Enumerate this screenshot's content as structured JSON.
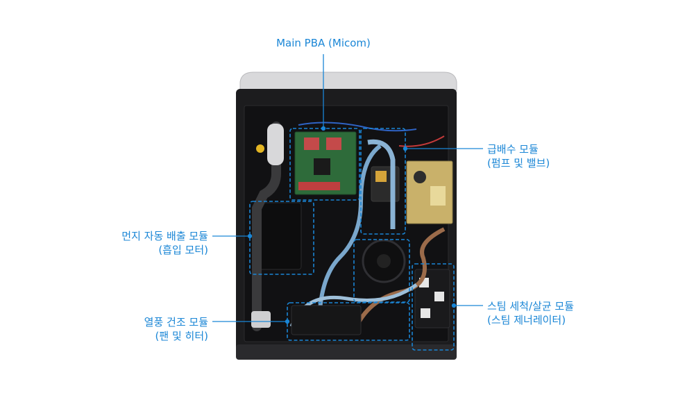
{
  "colors": {
    "accent": "#1a86d6",
    "device_body": "#1c1c1e",
    "device_top": "#d9d9db"
  },
  "labels": {
    "main_pba": {
      "line1": "Main PBA (Micom)"
    },
    "water_module": {
      "line1": "급배수 모듈",
      "line2": "(펌프 및 밸브)"
    },
    "dust_module": {
      "line1": "먼지 자동 배출 모듈",
      "line2": "(흡입 모터)"
    },
    "steam_module": {
      "line1": "스팀 세척/살균 모듈",
      "line2": "(스팀 제너레이터)"
    },
    "dry_module": {
      "line1": "열풍 건조 모듈",
      "line2": "(팬 및 히터)"
    }
  }
}
